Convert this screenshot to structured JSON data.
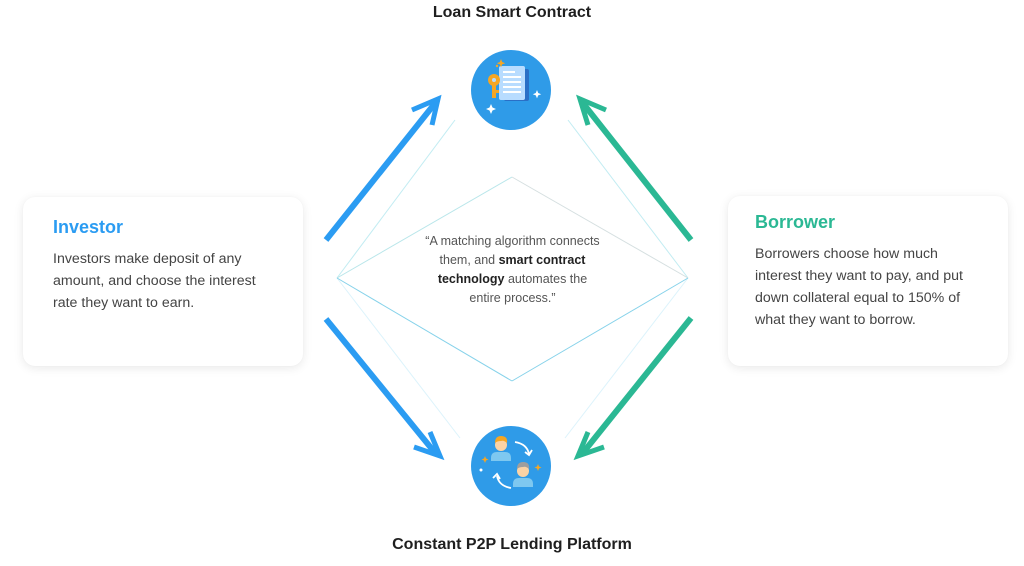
{
  "nodes": {
    "top": {
      "title": "Loan Smart Contract",
      "icon": "contract-key-icon"
    },
    "bottom": {
      "title": "Constant P2P Lending Platform",
      "icon": "users-exchange-icon"
    }
  },
  "investor": {
    "heading": "Investor",
    "description": "Investors make deposit of any amount, and choose the interest rate they want to earn."
  },
  "borrower": {
    "heading": "Borrower",
    "description": "Borrowers choose how much interest they want to pay, and put down collateral equal to 150% of what they want to borrow."
  },
  "quote": {
    "part1": "“A matching algorithm connects them, and ",
    "bold1": "smart contract",
    "bold2": "technology",
    "part2": " automates the entire process.”"
  },
  "colors": {
    "investor_accent": "#2b9cf2",
    "borrower_accent": "#2bb894",
    "icon_bg": "#2f9be8",
    "diamond_line": "#7fd3e6"
  },
  "arrows": [
    {
      "from": "investor",
      "to": "loan-smart-contract",
      "color": "investor_accent"
    },
    {
      "from": "investor",
      "to": "platform",
      "color": "investor_accent"
    },
    {
      "from": "borrower",
      "to": "loan-smart-contract",
      "color": "borrower_accent"
    },
    {
      "from": "borrower",
      "to": "platform",
      "color": "borrower_accent"
    }
  ]
}
